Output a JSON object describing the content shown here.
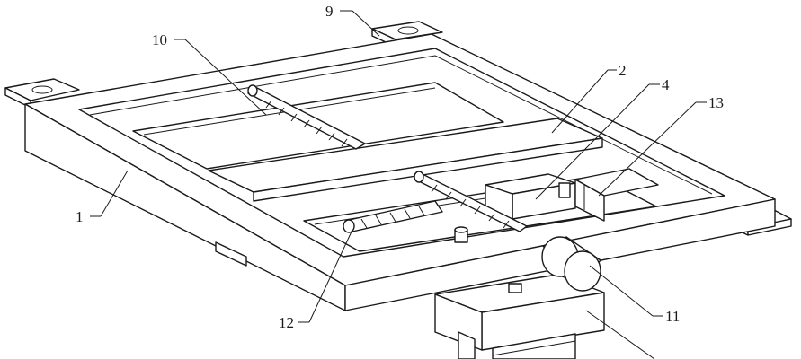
{
  "labels": {
    "l1": "1",
    "l2": "2",
    "l4": "4",
    "l9": "9",
    "l10": "10",
    "l11": "11",
    "l12": "12",
    "l13": "13"
  }
}
